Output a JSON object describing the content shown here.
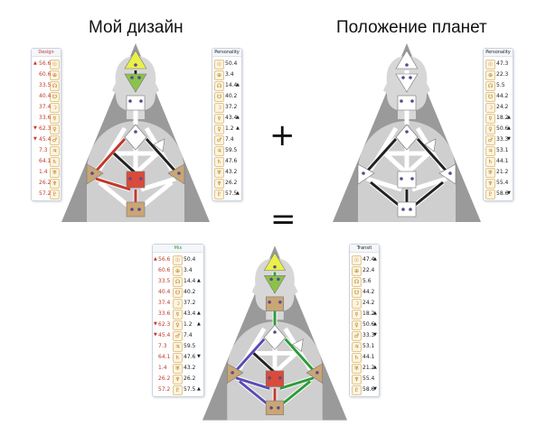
{
  "titles": {
    "left": "Мой дизайн",
    "right": "Положение планет"
  },
  "operators": {
    "plus": "+",
    "equals": "="
  },
  "colors": {
    "design_red": "#c0392b",
    "personality_black": "#222222",
    "center_defined_brown": "#c9a676",
    "head_yellow": "#e9f04a",
    "throat_green": "#8bc34a"
  },
  "design": {
    "header": "Design",
    "rows": [
      {
        "v": "56.6",
        "a": "▲"
      },
      {
        "v": "60.6",
        "a": ""
      },
      {
        "v": "33.5",
        "a": ""
      },
      {
        "v": "40.4",
        "a": ""
      },
      {
        "v": "37.4",
        "a": ""
      },
      {
        "v": "33.6",
        "a": ""
      },
      {
        "v": "62.3",
        "a": "▼"
      },
      {
        "v": "45.4",
        "a": "▼"
      },
      {
        "v": "7.3",
        "a": ""
      },
      {
        "v": "64.1",
        "a": ""
      },
      {
        "v": "1.4",
        "a": ""
      },
      {
        "v": "26.2",
        "a": ""
      },
      {
        "v": "57.2",
        "a": ""
      }
    ]
  },
  "personality": {
    "header": "Personality",
    "rows": [
      {
        "v": "50.4",
        "a": ""
      },
      {
        "v": "3.4",
        "a": ""
      },
      {
        "v": "14.4",
        "a": "▲"
      },
      {
        "v": "40.2",
        "a": ""
      },
      {
        "v": "37.2",
        "a": ""
      },
      {
        "v": "43.4",
        "a": "▲"
      },
      {
        "v": "1.2",
        "a": "▲"
      },
      {
        "v": "7.4",
        "a": ""
      },
      {
        "v": "59.5",
        "a": ""
      },
      {
        "v": "47.6",
        "a": ""
      },
      {
        "v": "43.2",
        "a": ""
      },
      {
        "v": "26.2",
        "a": ""
      },
      {
        "v": "57.5",
        "a": "▲"
      }
    ]
  },
  "transit_top": {
    "header": "Personality",
    "rows": [
      {
        "v": "47.3",
        "a": ""
      },
      {
        "v": "22.3",
        "a": ""
      },
      {
        "v": "5.5",
        "a": ""
      },
      {
        "v": "44.2",
        "a": ""
      },
      {
        "v": "24.2",
        "a": ""
      },
      {
        "v": "18.2",
        "a": "▲"
      },
      {
        "v": "50.6",
        "a": "▲"
      },
      {
        "v": "33.3",
        "a": "▼"
      },
      {
        "v": "53.1",
        "a": ""
      },
      {
        "v": "44.1",
        "a": ""
      },
      {
        "v": "21.2",
        "a": ""
      },
      {
        "v": "55.4",
        "a": ""
      },
      {
        "v": "58.6",
        "a": "▼"
      }
    ]
  },
  "composite": {
    "header": "Mix",
    "rows": [
      {
        "l": "56.6",
        "r": "50.4",
        "la": "▲",
        "ra": ""
      },
      {
        "l": "60.6",
        "r": "3.4",
        "la": "",
        "ra": ""
      },
      {
        "l": "33.5",
        "r": "14.4",
        "la": "",
        "ra": "▲"
      },
      {
        "l": "40.4",
        "r": "40.2",
        "la": "",
        "ra": ""
      },
      {
        "l": "37.4",
        "r": "37.2",
        "la": "",
        "ra": ""
      },
      {
        "l": "33.6",
        "r": "43.4",
        "la": "",
        "ra": "▲"
      },
      {
        "l": "62.3",
        "r": "1.2",
        "la": "▼",
        "ra": "▲"
      },
      {
        "l": "45.4",
        "r": "7.4",
        "la": "▼",
        "ra": ""
      },
      {
        "l": "7.3",
        "r": "59.5",
        "la": "",
        "ra": ""
      },
      {
        "l": "64.1",
        "r": "47.6",
        "la": "",
        "ra": "▼"
      },
      {
        "l": "1.4",
        "r": "43.2",
        "la": "",
        "ra": ""
      },
      {
        "l": "26.2",
        "r": "26.2",
        "la": "",
        "ra": ""
      },
      {
        "l": "57.2",
        "r": "57.5",
        "la": "",
        "ra": "▲"
      }
    ]
  },
  "transit": {
    "header": "Transit",
    "rows": [
      {
        "v": "47.4",
        "a": "▲"
      },
      {
        "v": "22.4",
        "a": ""
      },
      {
        "v": "5.6",
        "a": ""
      },
      {
        "v": "44.2",
        "a": ""
      },
      {
        "v": "24.2",
        "a": ""
      },
      {
        "v": "18.2",
        "a": "▲"
      },
      {
        "v": "50.6",
        "a": "▲"
      },
      {
        "v": "33.3",
        "a": "▼"
      },
      {
        "v": "53.1",
        "a": ""
      },
      {
        "v": "44.1",
        "a": ""
      },
      {
        "v": "21.2",
        "a": "▲"
      },
      {
        "v": "55.4",
        "a": ""
      },
      {
        "v": "58.6",
        "a": "▼"
      }
    ]
  },
  "glyphs": [
    "☉",
    "⊕",
    "☊",
    "☋",
    "☽",
    "☿",
    "♀",
    "♂",
    "♃",
    "♄",
    "♅",
    "♆",
    "♇"
  ]
}
